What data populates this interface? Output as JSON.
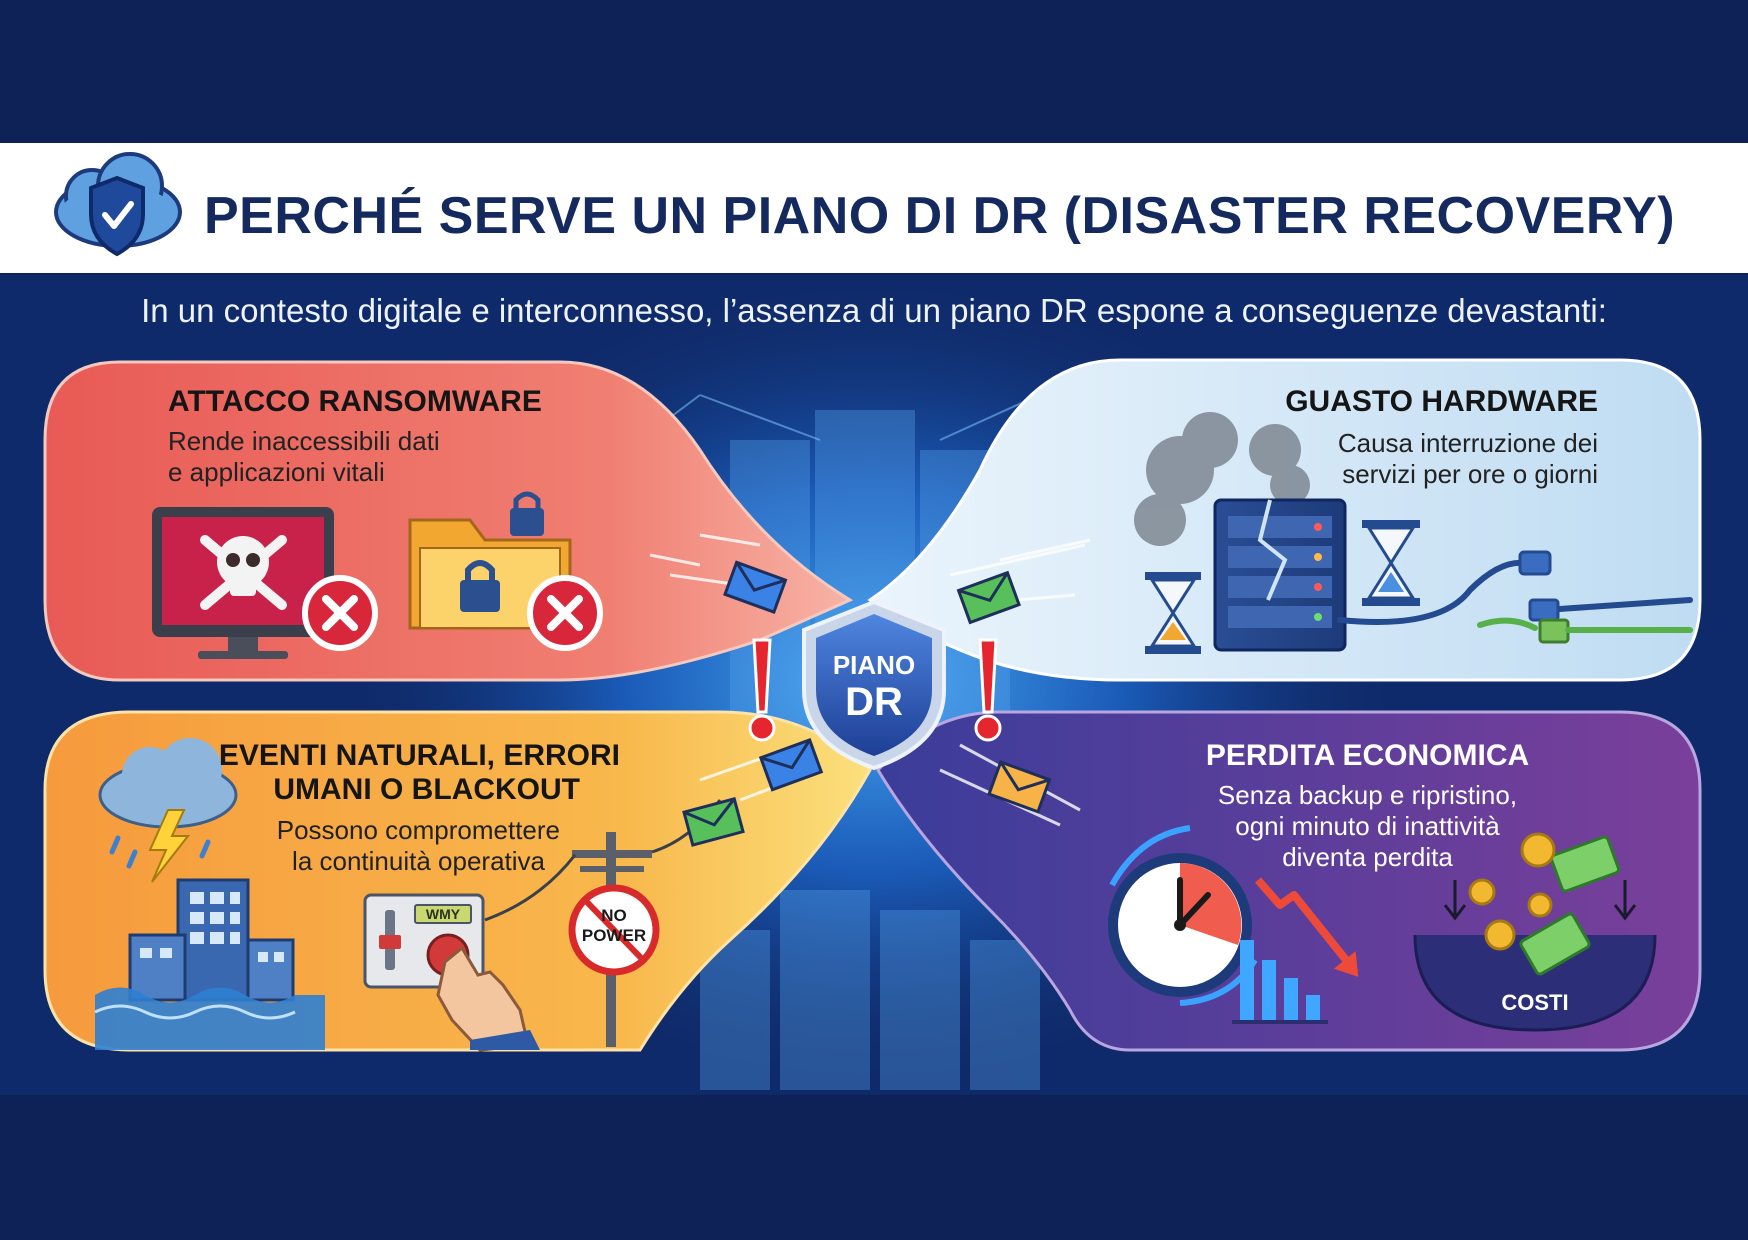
{
  "header": {
    "title": "PERCHÉ SERVE UN PIANO DI DR (DISASTER RECOVERY)",
    "intro": "In un contesto digitale e interconnesso, l’assenza di un piano DR espone a conseguenze devastanti:"
  },
  "center": {
    "shield_line1": "PIANO",
    "shield_line2": "DR"
  },
  "panels": {
    "ransomware": {
      "title": "ATTACCO RANSOMWARE",
      "desc_line1": "Rende inaccessibili dati",
      "desc_line2": "e applicazioni vitali",
      "color": "#ee6a5e"
    },
    "hardware": {
      "title": "GUASTO HARDWARE",
      "desc_line1": "Causa interruzione dei",
      "desc_line2": "servizi per ore o giorni",
      "color": "#cfe4f5"
    },
    "natural": {
      "title_line1": "EVENTI NATURALI, ERRORI",
      "title_line2": "UMANI O BLACKOUT",
      "desc_line1": "Possono compromettere",
      "desc_line2": "la continuità operativa",
      "panel_label": "WMY",
      "sign_line1": "NO",
      "sign_line2": "POWER",
      "color": "#f7a642"
    },
    "economic": {
      "title": "PERDITA ECONOMICA",
      "desc_line1": "Senza backup e ripristino,",
      "desc_line2": "ogni minuto di inattività",
      "desc_line3": "diventa perdita",
      "costs_label": "COSTI",
      "color": "#5b3f97"
    }
  }
}
